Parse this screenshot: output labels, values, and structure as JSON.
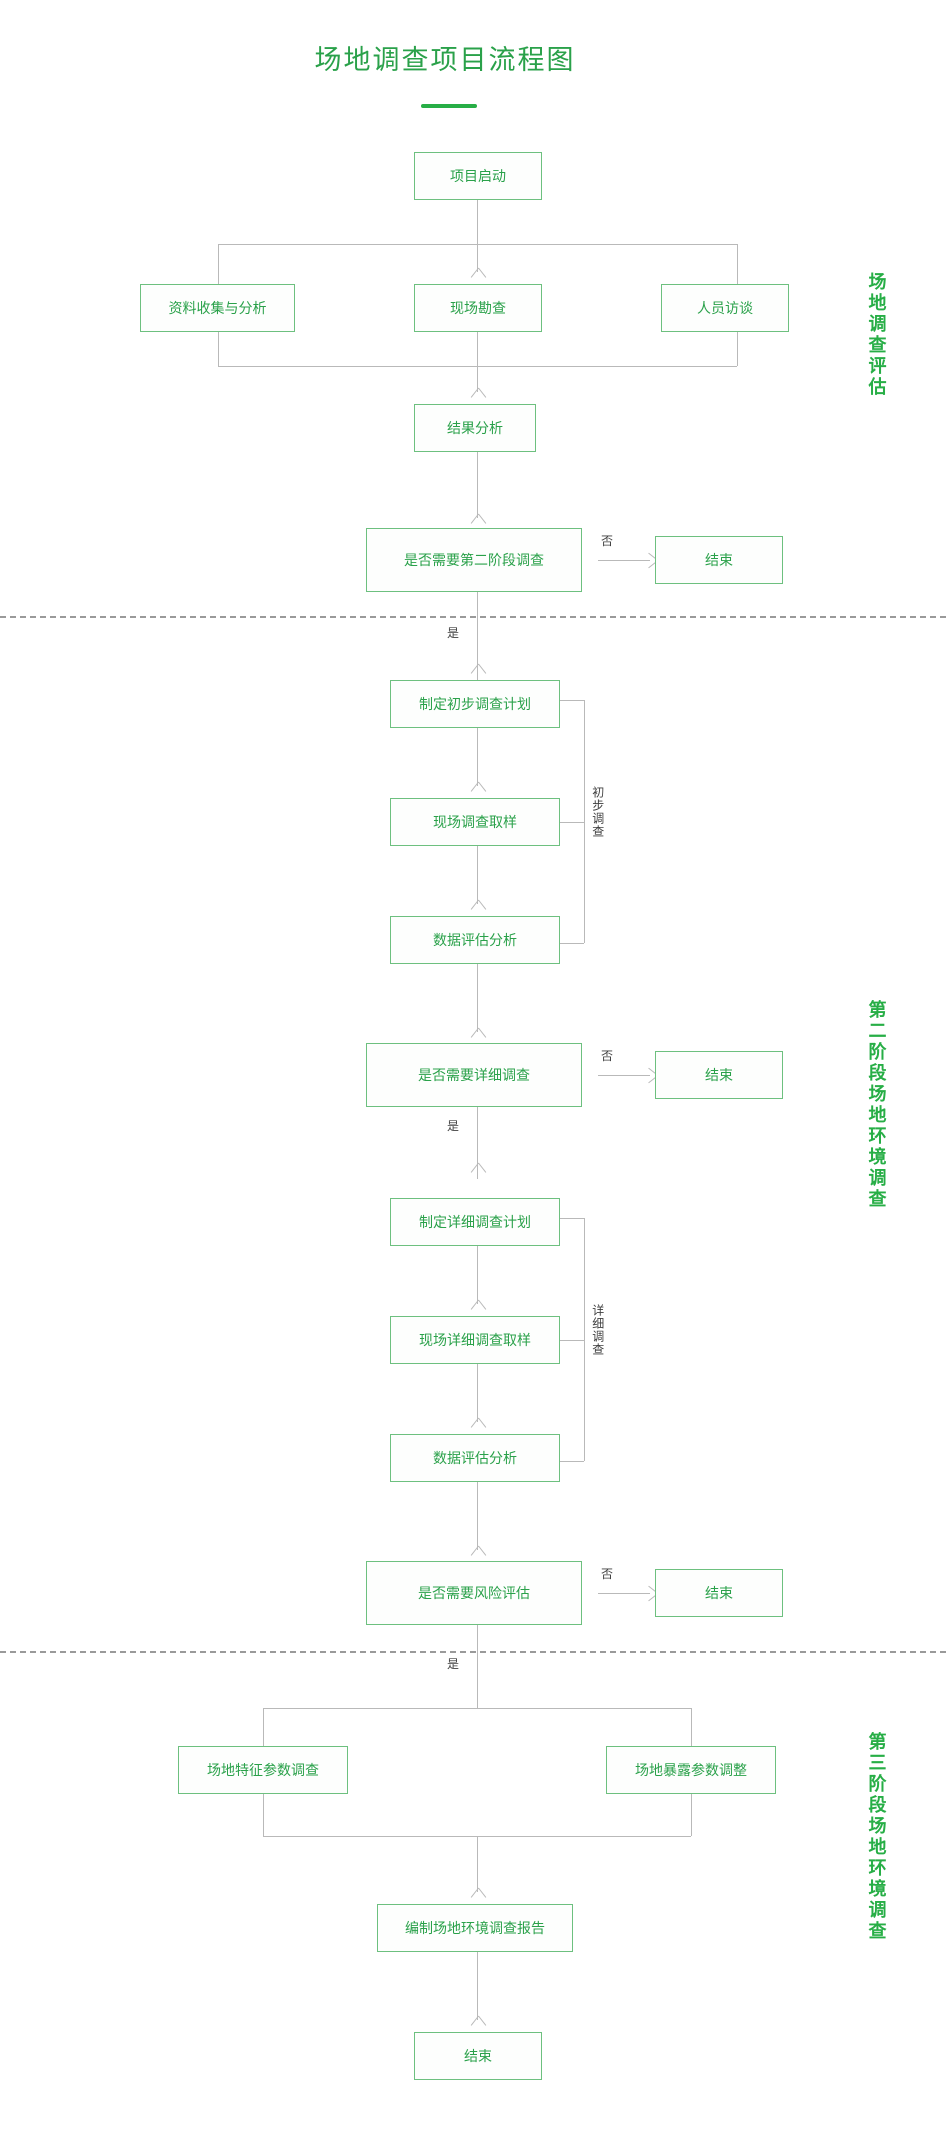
{
  "title": "场地调查项目流程图",
  "accent_color": "#27ae46",
  "node_border_color": "#6dc07f",
  "connector_color": "#b9b9b9",
  "sections": [
    {
      "id": "stage1",
      "label": "场地调查评估"
    },
    {
      "id": "stage2",
      "label": "第二阶段场地环境调查"
    },
    {
      "id": "stage3",
      "label": "第三阶段场地环境调查"
    }
  ],
  "nodes": {
    "start": "项目启动",
    "data_collection": "资料收集与分析",
    "site_recon": "现场勘查",
    "interview": "人员访谈",
    "result_analysis": "结果分析",
    "decision_stage2": "是否需要第二阶段调查",
    "end1": "结束",
    "plan_preliminary": "制定初步调查计划",
    "sampling_preliminary": "现场调查取样",
    "data_eval_preliminary": "数据评估分析",
    "decision_detail": "是否需要详细调查",
    "end2": "结束",
    "plan_detail": "制定详细调查计划",
    "sampling_detail": "现场详细调查取样",
    "data_eval_detail": "数据评估分析",
    "decision_risk": "是否需要风险评估",
    "end3": "结束",
    "site_feature_param": "场地特征参数调查",
    "site_exposure_param": "场地暴露参数调整",
    "report": "编制场地环境调查报告",
    "end4": "结束"
  },
  "brackets": [
    {
      "id": "preliminary",
      "label": "初步调查"
    },
    {
      "id": "detail",
      "label": "详细调查"
    }
  ],
  "edge_labels": {
    "no1": "否",
    "yes1": "是",
    "no2": "否",
    "yes2": "是",
    "no3": "否",
    "yes3": "是"
  }
}
